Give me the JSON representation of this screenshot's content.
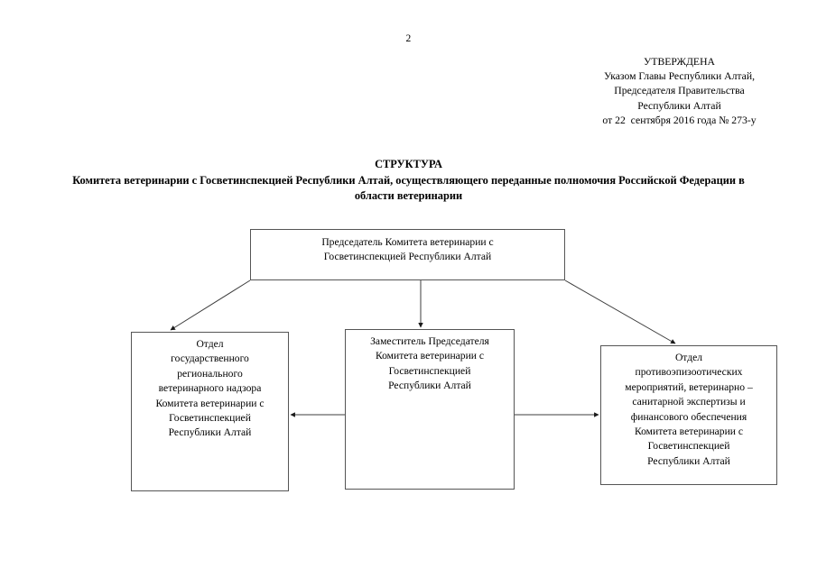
{
  "page": {
    "number": "2"
  },
  "approval": {
    "heading": "УТВЕРЖДЕНА",
    "line1": "Указом Главы Республики Алтай,",
    "line2": "Председателя Правительства",
    "line3": "Республики Алтай",
    "line4": "от 22  сентября 2016 года № 273-у"
  },
  "title": {
    "main": "СТРУКТУРА",
    "sub": "Комитета ветеринарии с Госветинспекцией Республики Алтай, осуществляющего переданные полномочия Российской Федерации в области ветеринарии"
  },
  "diagram": {
    "nodes": {
      "chairman": {
        "text": "Председатель Комитета ветеринарии   с\nГосветинспекцией Республики Алтай"
      },
      "supervision": {
        "text": "Отдел\nгосударственного\nрегионального\nветеринарного надзора\nКомитета ветеринарии с\nГосветинспекцией\nРеспублики Алтай"
      },
      "deputy": {
        "text": "Заместитель Председателя\nКомитета ветеринарии с\nГосветинспекцией\nРеспублики Алтай"
      },
      "antiepizootic": {
        "text": "Отдел\nпротивоэпизоотических\nмероприятий,  ветеринарно –\nсанитарной экспертизы  и\nфинансового обеспечения\nКомитета ветеринарии  с\nГосветинспекцией\nРеспублики Алтай"
      }
    },
    "colors": {
      "box_border": "#555555",
      "connector": "#3c3c3c",
      "text": "#000000"
    }
  }
}
